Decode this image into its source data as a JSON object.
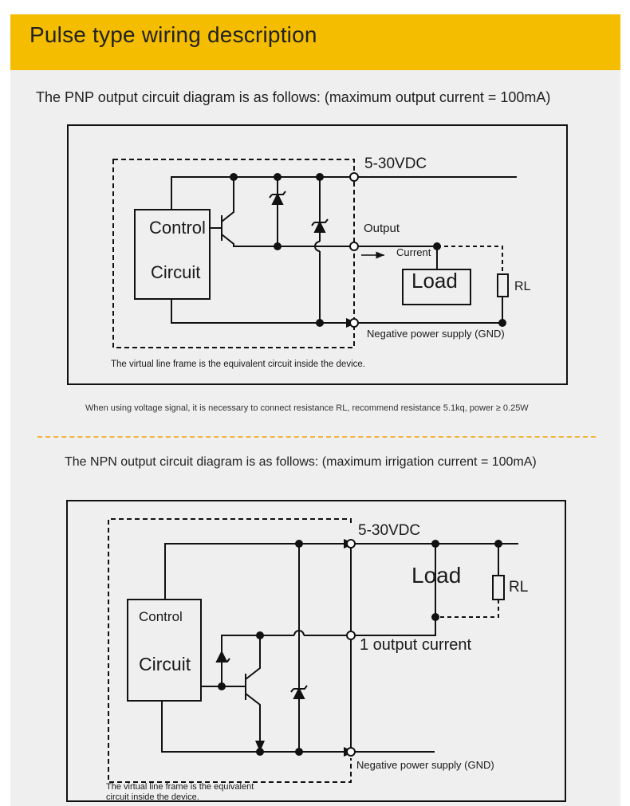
{
  "header": {
    "title": "Pulse type wiring description"
  },
  "pnp": {
    "caption": "The PNP output circuit diagram is as follows: (maximum output current = 100mA)",
    "supply": "5-30VDC",
    "control_line1": "Control",
    "control_line2": "Circuit",
    "output": "Output",
    "current": "Current",
    "load": "Load",
    "rl": "RL",
    "gnd": "Negative power supply (GND)",
    "frame_note": "The virtual line frame is the equivalent circuit inside the device."
  },
  "voltage_note": "When using voltage signal, it is necessary to connect resistance RL, recommend resistance 5.1kq, power ≥ 0.25W",
  "npn": {
    "caption": "The NPN output circuit diagram is as follows: (maximum irrigation current = 100mA)",
    "supply": "5-30VDC",
    "control_line1": "Control",
    "control_line2": "Circuit",
    "load": "Load",
    "rl": "RL",
    "output": "1 output current",
    "gnd": "Negative power supply (GND)",
    "frame_note_line1": "The virtual line frame is the equivalent",
    "frame_note_line2": "circuit inside the device."
  }
}
